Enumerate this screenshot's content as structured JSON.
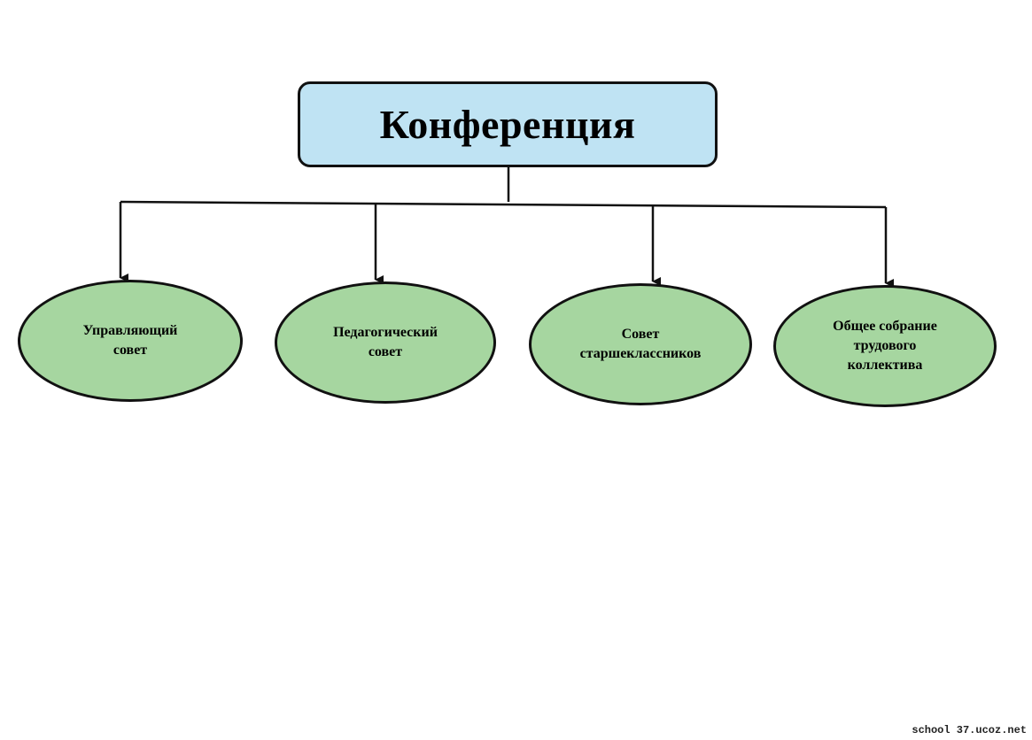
{
  "diagram": {
    "root": {
      "label": "Конференция",
      "fill": "#bfe3f3"
    },
    "children": [
      {
        "label": "Управляющий\nсовет"
      },
      {
        "label": "Педагогический\nсовет"
      },
      {
        "label": "Совет\nстаршеклассников"
      },
      {
        "label": "Общее собрание\nтрудового\nколлектива"
      }
    ],
    "node_fill": "#a6d6a0",
    "edges": [
      {
        "from": "root",
        "to": 0
      },
      {
        "from": "root",
        "to": 1
      },
      {
        "from": "root",
        "to": 2
      },
      {
        "from": "root",
        "to": 3
      }
    ]
  },
  "watermark": "school 37.ucoz.net"
}
